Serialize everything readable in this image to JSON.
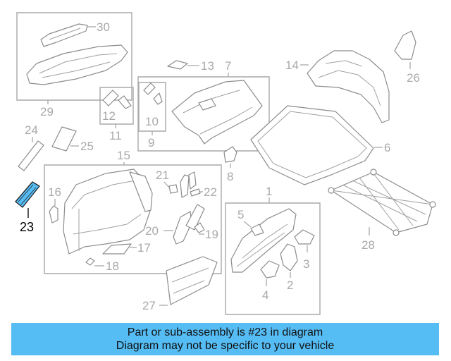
{
  "callouts": {
    "c1": "1",
    "c2": "2",
    "c3": "3",
    "c4": "4",
    "c5": "5",
    "c6": "6",
    "c7": "7",
    "c8": "8",
    "c9": "9",
    "c10": "10",
    "c11": "11",
    "c12": "12",
    "c13": "13",
    "c14": "14",
    "c15": "15",
    "c16": "16",
    "c17": "17",
    "c18": "18",
    "c19": "19",
    "c20": "20",
    "c21": "21",
    "c22": "22",
    "c23": "23",
    "c24": "24",
    "c25": "25",
    "c26": "26",
    "c27": "27",
    "c28": "28",
    "c29": "29",
    "c30": "30"
  },
  "highlight": {
    "part": "23",
    "color": "#55bcf4"
  },
  "banner": {
    "line1": "Part or sub-assembly is #23 in diagram",
    "line2": "Diagram may not be specific to your vehicle",
    "background": "#55bcf4"
  }
}
